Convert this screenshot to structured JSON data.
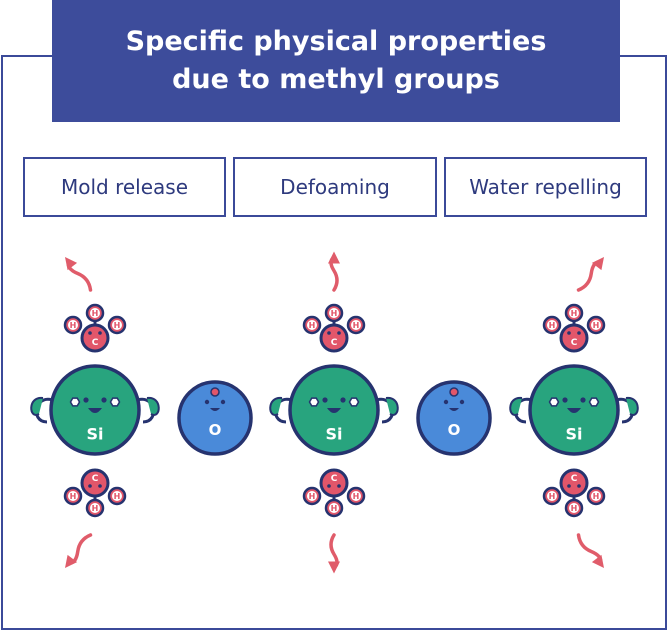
{
  "title_line1": "Specific physical properties",
  "title_line2": "due to methyl groups",
  "properties": [
    "Mold release",
    "Defoaming",
    "Water repelling"
  ],
  "atoms": {
    "silicon": "Si",
    "oxygen": "O",
    "carbon": "C",
    "hydrogen": "H"
  },
  "colors": {
    "banner": "#3d4c9b",
    "border": "#3b4a99",
    "silicon": "#28a47e",
    "oxygen": "#4a8ad9",
    "carbon": "#e2566a",
    "arrow": "#e05c6a",
    "outline": "#26336f"
  }
}
